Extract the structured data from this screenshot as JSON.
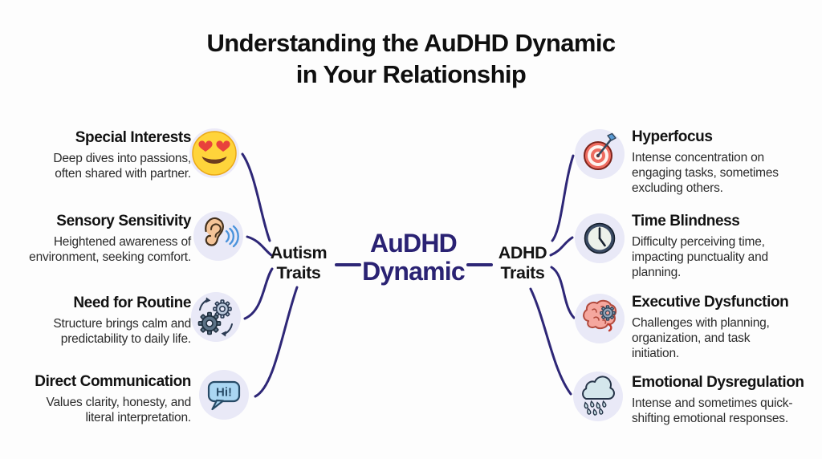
{
  "title": {
    "line1": "Understanding the AuDHD Dynamic",
    "line2": "in Your Relationship"
  },
  "center": {
    "line1": "AuDHD",
    "line2": "Dynamic"
  },
  "left": {
    "label_line1": "Autism",
    "label_line2": "Traits",
    "items": [
      {
        "title": "Special Interests",
        "description": "Deep dives into passions,\noften shared with partner.",
        "icon": "heart-eyes-emoji"
      },
      {
        "title": "Sensory Sensitivity",
        "description": "Heightened awareness of\nenvironment, seeking comfort.",
        "icon": "ear-icon"
      },
      {
        "title": "Need for Routine",
        "description": "Structure brings calm and\npredictability to daily life.",
        "icon": "gears-cycle-icon"
      },
      {
        "title": "Direct Communication",
        "description": "Values clarity, honesty, and\nliteral interpretation.",
        "icon": "speech-bubble-icon",
        "icon_text": "Hi!"
      }
    ]
  },
  "right": {
    "label_line1": "ADHD",
    "label_line2": "Traits",
    "items": [
      {
        "title": "Hyperfocus",
        "description": "Intense concentration on\nengaging tasks, sometimes\nexcluding others.",
        "icon": "target-dart-icon"
      },
      {
        "title": "Time Blindness",
        "description": "Difficulty perceiving time,\nimpacting punctuality and\nplanning.",
        "icon": "clock-icon"
      },
      {
        "title": "Executive Dysfunction",
        "description": "Challenges with planning,\norganization, and task\ninitiation.",
        "icon": "brain-gear-icon"
      },
      {
        "title": "Emotional Dysregulation",
        "description": "Intense and sometimes quick-\nshifting emotional responses.",
        "icon": "rain-cloud-icon"
      }
    ]
  },
  "colors": {
    "accent_indigo": "#2e2777",
    "center_text": "#2a2273",
    "icon_circle_bg": "#e9e9f7",
    "background": "#fdfdfd",
    "title_text": "#0f0f0f"
  }
}
